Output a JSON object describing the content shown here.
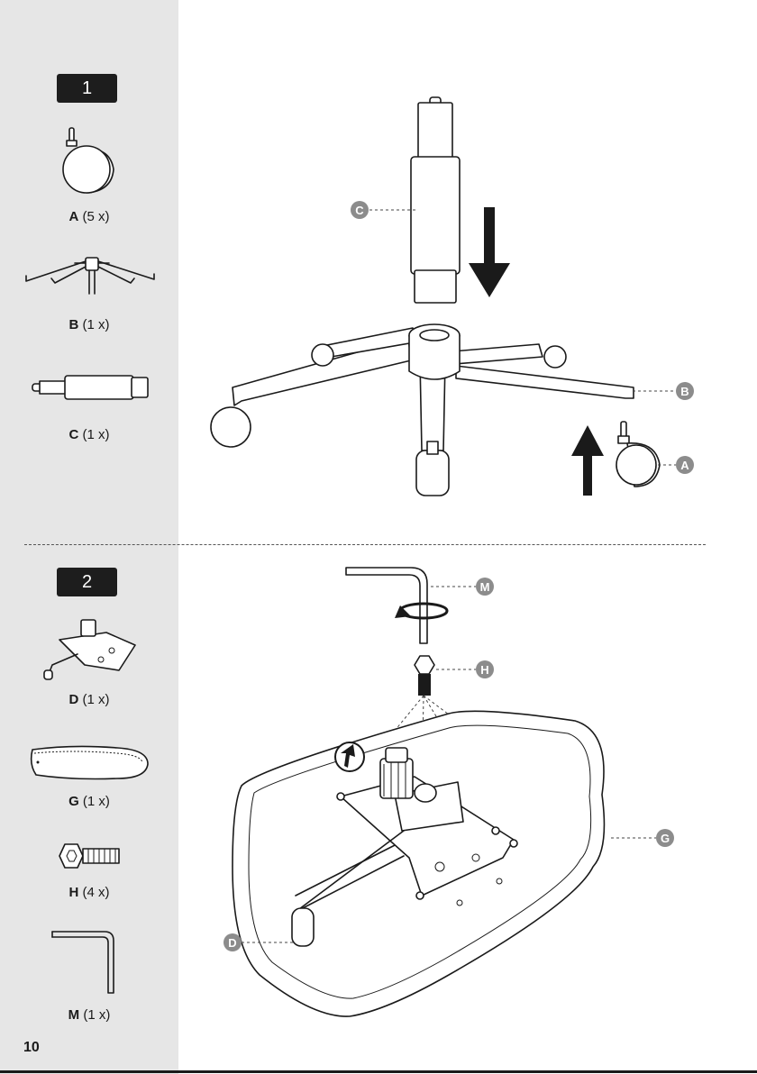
{
  "steps": [
    {
      "number": "1",
      "parts": [
        {
          "letter": "A",
          "qty": "(5 x)"
        },
        {
          "letter": "B",
          "qty": "(1 x)"
        },
        {
          "letter": "C",
          "qty": "(1 x)"
        }
      ]
    },
    {
      "number": "2",
      "parts": [
        {
          "letter": "D",
          "qty": "(1 x)"
        },
        {
          "letter": "G",
          "qty": "(1 x)"
        },
        {
          "letter": "H",
          "qty": "(4 x)"
        },
        {
          "letter": "M",
          "qty": "(1 x)"
        }
      ]
    }
  ],
  "callouts": {
    "step1": {
      "C": "C",
      "B": "B",
      "A": "A"
    },
    "step2": {
      "M": "M",
      "H": "H",
      "G": "G",
      "D": "D"
    }
  },
  "page_number": "10",
  "colors": {
    "sidebar": "#e6e6e6",
    "badge": "#1d1d1d",
    "callout": "#8c8c8c"
  }
}
